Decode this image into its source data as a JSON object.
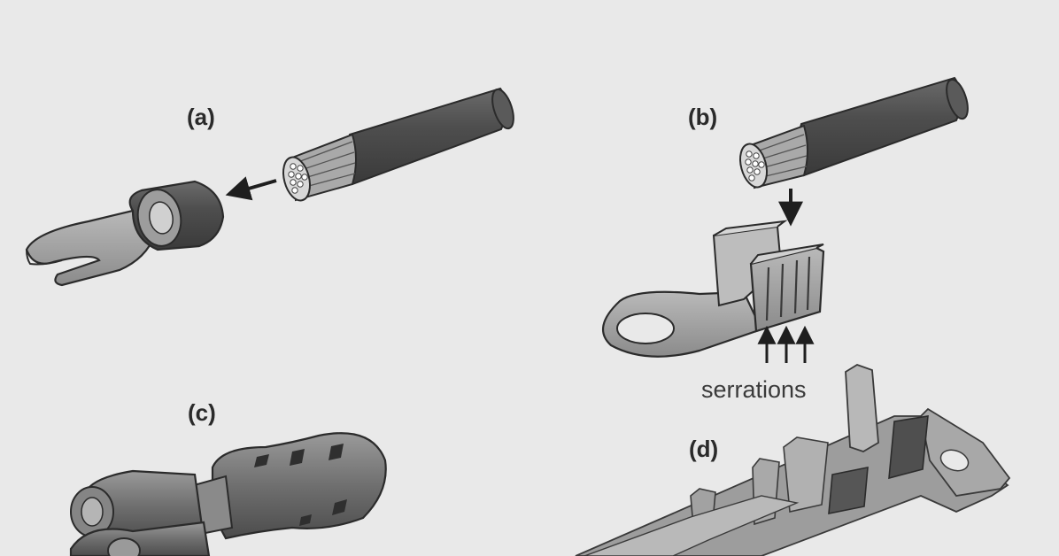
{
  "panels": {
    "a": {
      "label": "(a)"
    },
    "b": {
      "label": "(b)",
      "annotation": "serrations"
    },
    "c": {
      "label": "(c)"
    },
    "d": {
      "label": "(d)"
    }
  },
  "colors": {
    "background": "#e9e9e9",
    "insulation": "#575757",
    "metal": "#9e9e9e",
    "outline": "#2b2b2b",
    "text": "#2a2a2a"
  }
}
